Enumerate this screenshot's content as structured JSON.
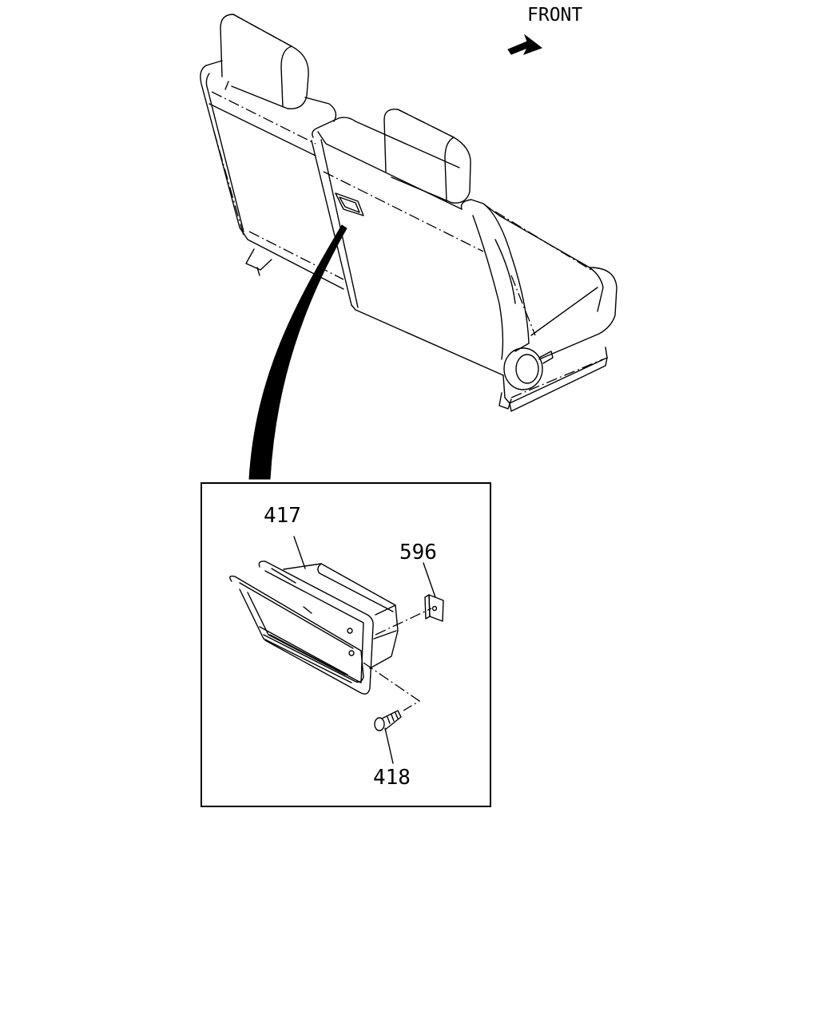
{
  "direction_label": "FRONT",
  "callouts": {
    "part_417": "417",
    "part_596": "596",
    "part_418": "418"
  },
  "icons": {
    "front_arrow": "arrow-right-icon"
  },
  "colors": {
    "line": "#000000",
    "background": "#ffffff"
  }
}
